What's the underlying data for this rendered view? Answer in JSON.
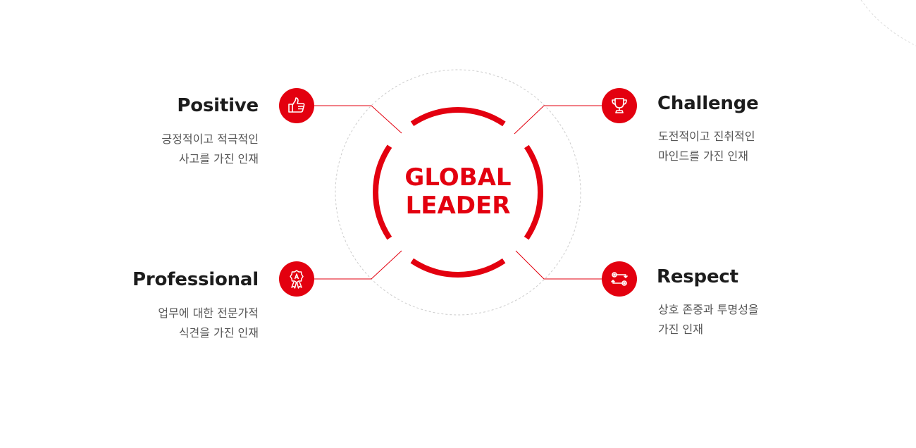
{
  "center": {
    "line1": "GLOBAL",
    "line2": "LEADER"
  },
  "traits": {
    "positive": {
      "title": "Positive",
      "desc_line1": "긍정적이고 적극적인",
      "desc_line2": "사고를 가진 인재",
      "icon": "thumbs-up-icon"
    },
    "challenge": {
      "title": "Challenge",
      "desc_line1": "도전적이고 진취적인",
      "desc_line2": "마인드를 가진 인재",
      "icon": "trophy-icon"
    },
    "professional": {
      "title": "Professional",
      "desc_line1": "업무에 대한 전문가적",
      "desc_line2": "식견을 가진 인재",
      "icon": "award-ribbon-icon"
    },
    "respect": {
      "title": "Respect",
      "desc_line1": "상호 존중과 투명성을",
      "desc_line2": "가진 인재",
      "icon": "exchange-icon"
    }
  },
  "colors": {
    "accent": "#e3000f",
    "title": "#1c1c1c",
    "body": "#555555",
    "dashed": "#cccccc"
  }
}
